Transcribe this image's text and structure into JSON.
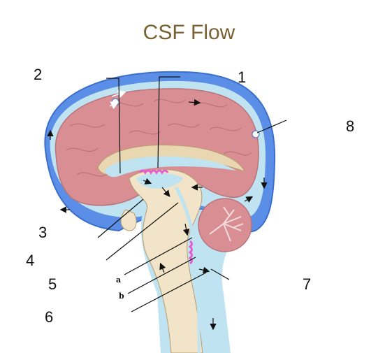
{
  "title": "CSF Flow",
  "labels": {
    "n1": "1",
    "n2": "2",
    "n3": "3",
    "n4": "4",
    "n5": "5",
    "n6": "6",
    "n7": "7",
    "n8": "8",
    "a": "a",
    "b": "b"
  },
  "colors": {
    "title": "#7a6134",
    "csf_blue": "#5b8ee6",
    "light_csf": "#bfe3f0",
    "brain_pink": "#d98e93",
    "brain_tan": "#e9d7b2",
    "choroid_pink": "#e45ccf"
  }
}
